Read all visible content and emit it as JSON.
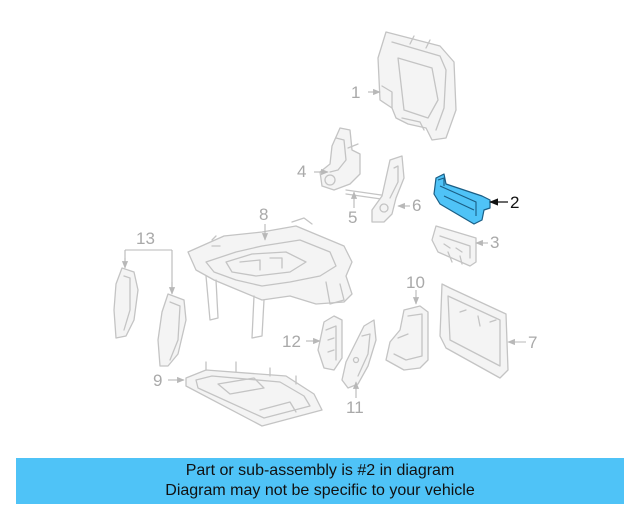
{
  "diagram": {
    "highlight_color": "#4fc3f7",
    "highlighted_part": "2",
    "callouts": {
      "c1": "1",
      "c2": "2",
      "c3": "3",
      "c4": "4",
      "c5": "5",
      "c6": "6",
      "c7": "7",
      "c8": "8",
      "c9": "9",
      "c10": "10",
      "c11": "11",
      "c12": "12",
      "c13": "13"
    }
  },
  "banner": {
    "line1": "Part or sub-assembly is #2 in diagram",
    "line2": "Diagram may not be specific to your vehicle"
  }
}
